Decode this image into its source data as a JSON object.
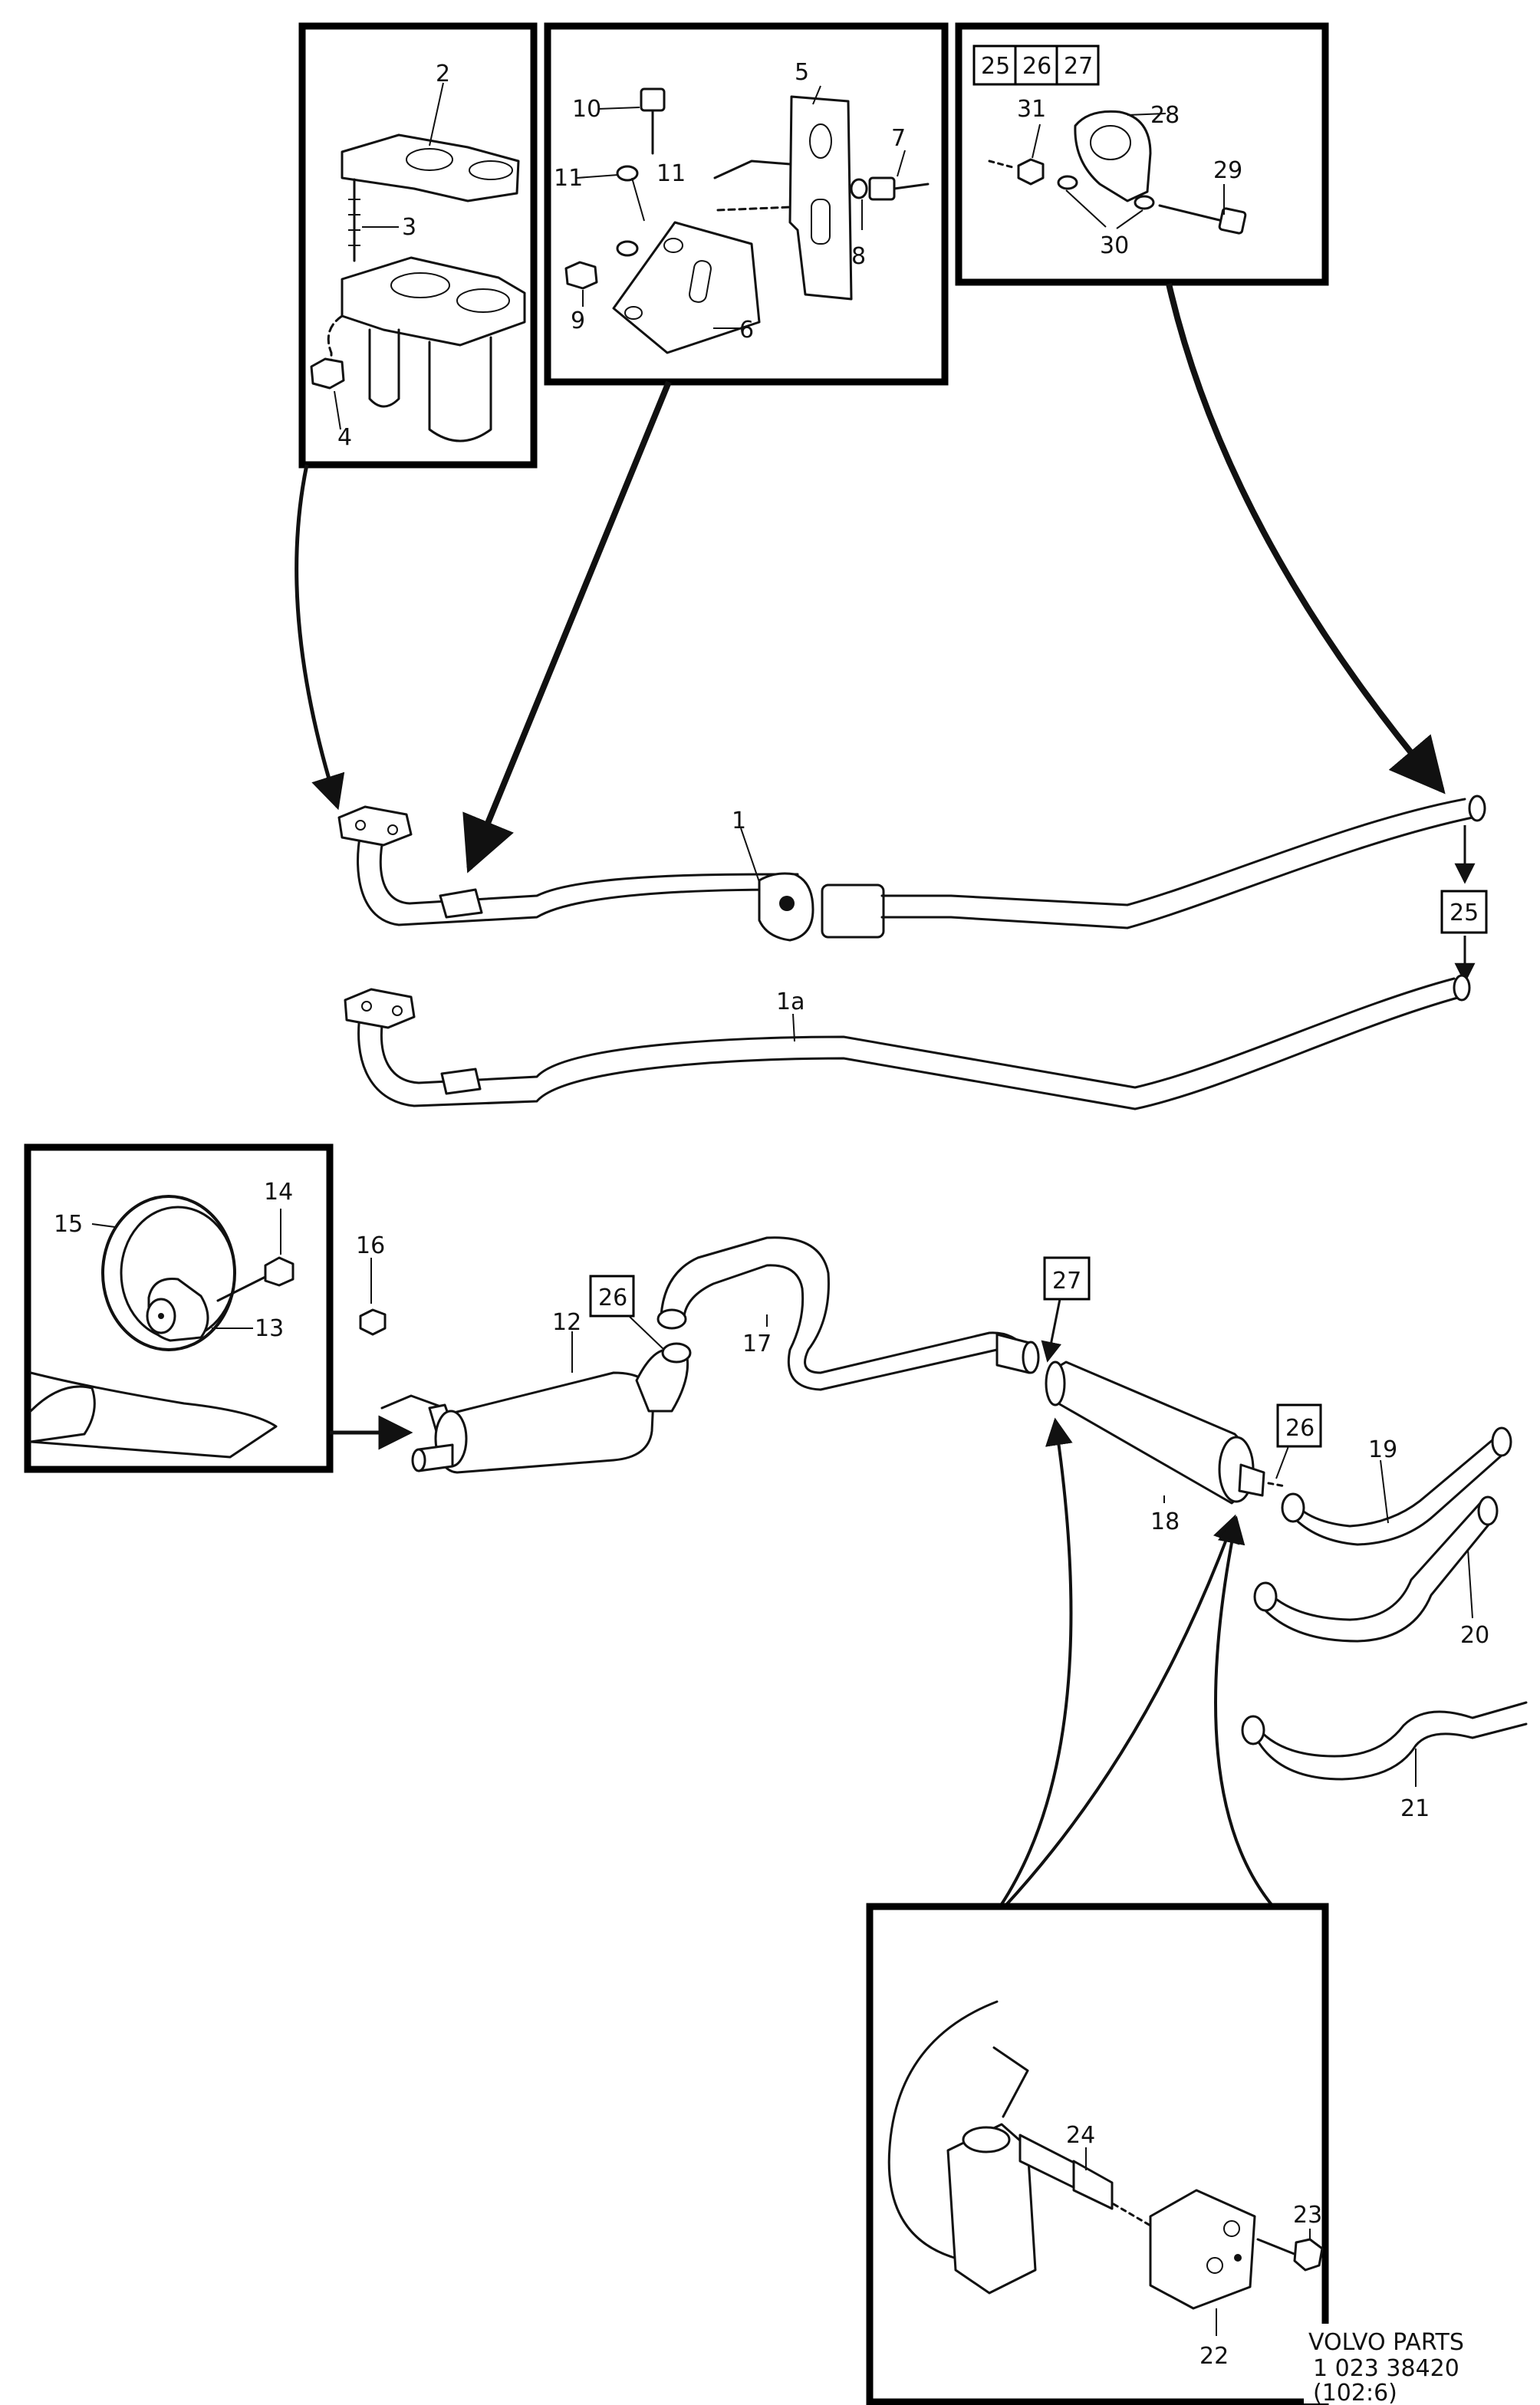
{
  "diagram": {
    "callouts": {
      "c1": "1",
      "c1a": "1a",
      "c2": "2",
      "c3": "3",
      "c4": "4",
      "c5": "5",
      "c6": "6",
      "c7": "7",
      "c8": "8",
      "c9": "9",
      "c10": "10",
      "c11a": "11",
      "c11b": "11",
      "c12": "12",
      "c13": "13",
      "c14": "14",
      "c15": "15",
      "c16": "16",
      "c17": "17",
      "c18": "18",
      "c19": "19",
      "c20": "20",
      "c21": "21",
      "c22": "22",
      "c23": "23",
      "c24": "24",
      "c28": "28",
      "c29": "29",
      "c30": "30",
      "c31": "31"
    },
    "boxed_refs": {
      "r25_header": "25",
      "r26_header": "26",
      "r27_header": "27",
      "r25_pipe": "25",
      "r26_front": "26",
      "r27_mid": "27",
      "r26_rear": "26"
    },
    "footer": {
      "brand": "VOLVO PARTS",
      "part_number": "1 023 38420",
      "code": "(102:6)"
    }
  }
}
